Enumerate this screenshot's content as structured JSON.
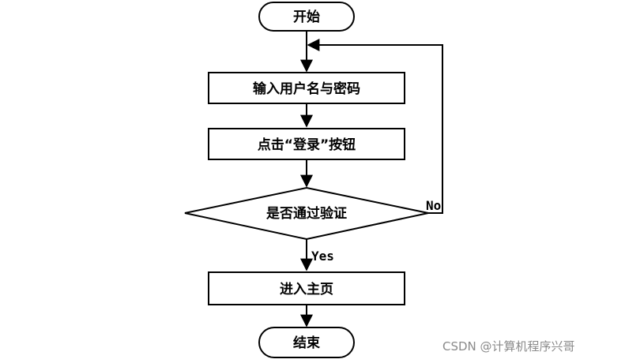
{
  "nodes": {
    "start": "开始",
    "input": "输入用户名与密码",
    "click": "点击“登录”按钮",
    "check": "是否通过验证",
    "enter": "进入主页",
    "end": "结束"
  },
  "edges": {
    "yes": "Yes",
    "no": "No"
  },
  "watermark": "CSDN @计算机程序兴哥"
}
